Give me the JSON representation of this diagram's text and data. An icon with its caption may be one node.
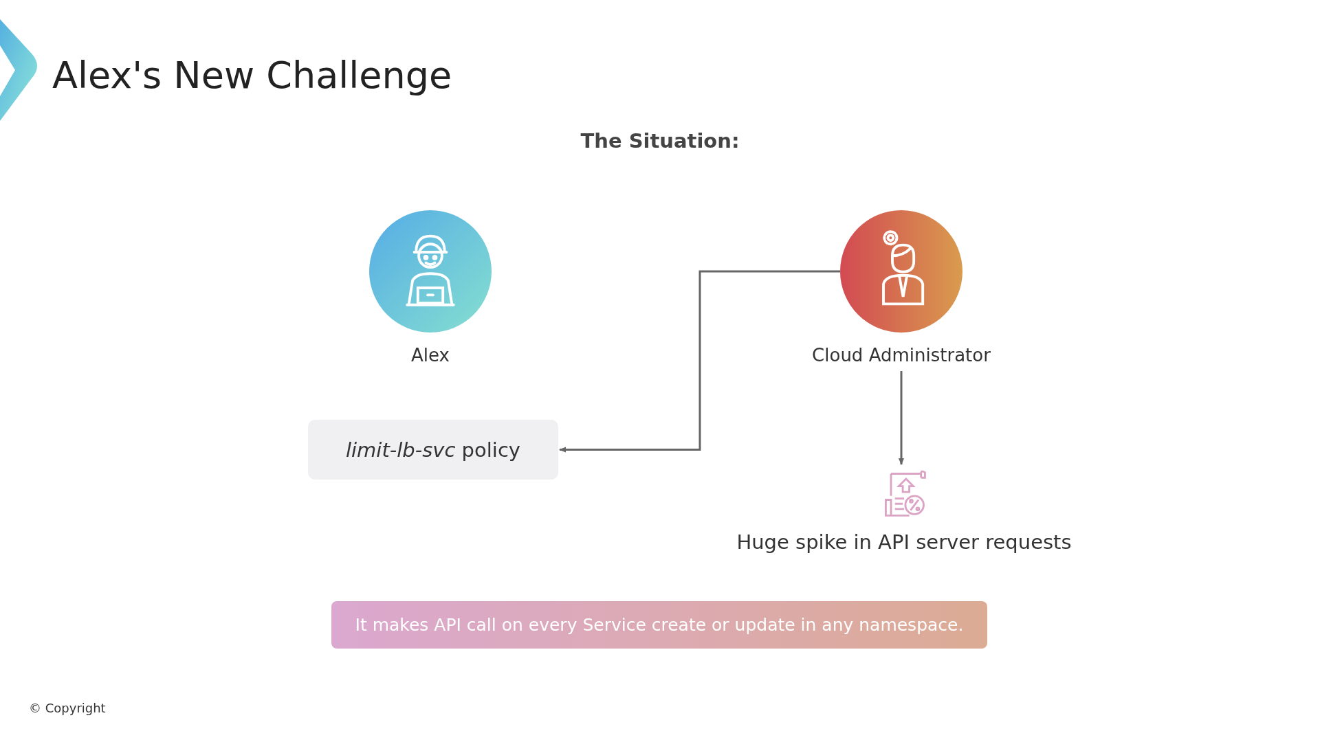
{
  "diagram": {
    "title": "Alex's New Challenge",
    "nodes": [
      {
        "text": [
          "Alex"
        ]
      },
      {
        "text": [
          "Cloud Administrator"
        ]
      },
      {
        "text": [
          "*limit-lb-svc* policy"
        ]
      },
      {
        "text": [
          "Huge spike in API server requests"
        ]
      },
      {
        "text": [
          "It makes API call on every Service create or update in any namespace."
        ]
      }
    ],
    "edges": [
      {
        "from": 1,
        "to": 2,
        "arrow": "to"
      },
      {
        "from": 1,
        "to": 3,
        "arrow": "to"
      }
    ],
    "labels": [
      "The Situation:",
      "© Copyright"
    ]
  }
}
